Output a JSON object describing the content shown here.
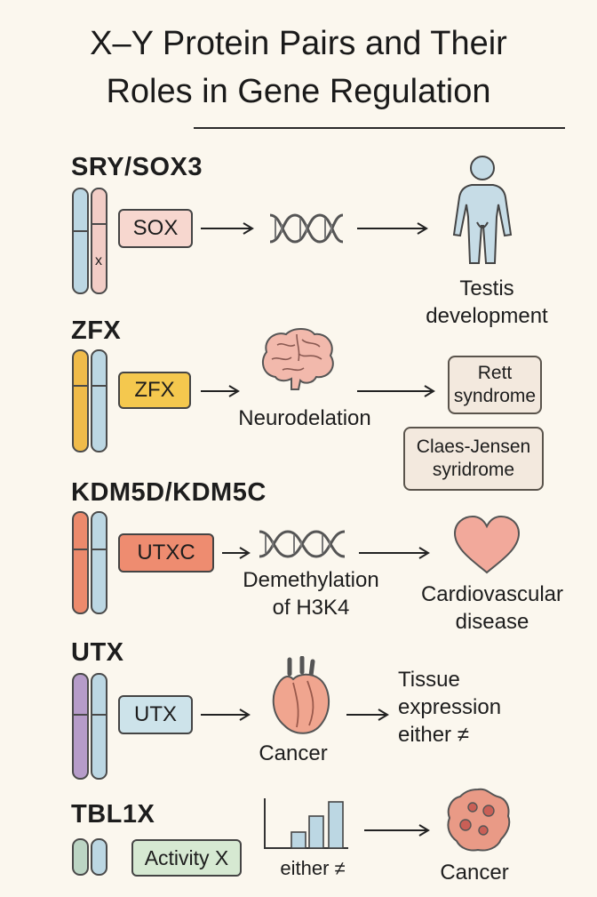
{
  "title": {
    "line1": "X–Y Protein Pairs and Their",
    "line2": "Roles in Gene Regulation"
  },
  "sections": [
    {
      "heading": "SRY/SOX3",
      "protein_box": "SOX",
      "chromosome_mark": "x",
      "outcome": [
        "Testis",
        "development"
      ],
      "icons": [
        "dna-helix-icon",
        "human-body-icon"
      ],
      "colors": {
        "chrom_left": "#bcd7e3",
        "chrom_right": "#f2cdc6",
        "box": "#f7d7cf"
      }
    },
    {
      "heading": "ZFX",
      "protein_box": "ZFX",
      "process": "Neurodelation",
      "outcomes": [
        [
          "Rett",
          "syndrome"
        ],
        [
          "Claes-Jensen",
          "syridrome"
        ]
      ],
      "icons": [
        "brain-icon"
      ],
      "colors": {
        "chrom_left": "#f0bb4a",
        "chrom_right": "#bcd7e3",
        "box": "#f4c84e"
      }
    },
    {
      "heading": "KDM5D/KDM5C",
      "protein_box": "UTXC",
      "process": [
        "Demethylation",
        "of H3K4"
      ],
      "outcome": [
        "Cardiovascular",
        "disease"
      ],
      "icons": [
        "dna-helix-icon",
        "heart-icon"
      ],
      "colors": {
        "chrom_left": "#ec8a6c",
        "chrom_right": "#bcd7e3",
        "box": "#ee8c70"
      }
    },
    {
      "heading": "UTX",
      "protein_box": "UTX",
      "process": "Cancer",
      "outcome": [
        "Tissue",
        "expression",
        "either ≠"
      ],
      "icons": [
        "anatomical-heart-icon"
      ],
      "colors": {
        "chrom_left": "#b69cc9",
        "chrom_right": "#bcd7e3",
        "box": "#cde3ea"
      }
    },
    {
      "heading": "TBL1X",
      "protein_box": "Activity X",
      "process": "either ≠",
      "outcome": "Cancer",
      "icons": [
        "bar-chart-icon",
        "tumor-cell-icon"
      ],
      "colors": {
        "chrom_left": "#bcd5c4",
        "chrom_right": "#bcd7e3",
        "box": "#d6e9d2"
      }
    }
  ]
}
